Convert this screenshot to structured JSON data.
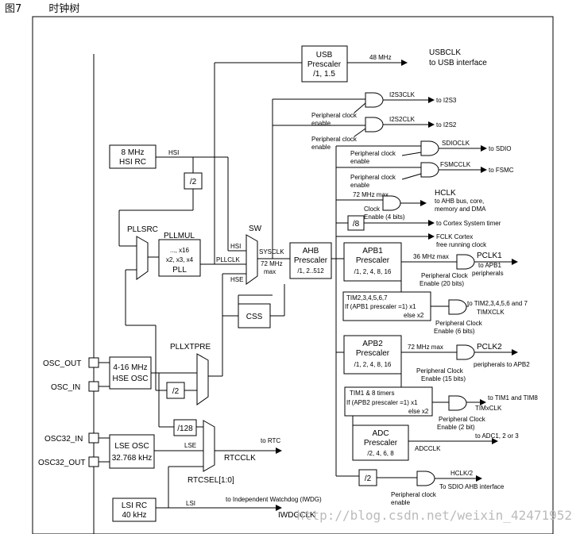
{
  "caption": {
    "figure_no": "图7",
    "title": "时钟树"
  },
  "watermark": "http://blog.csdn.net/weixin_42471952",
  "blocks": {
    "usb_prescaler": [
      "USB",
      "Prescaler",
      "/1, 1.5"
    ],
    "hsi_rc": [
      "8 MHz",
      "HSI RC"
    ],
    "div2_hsi": "/2",
    "pll": [
      "..., x16",
      "x2, x3, x4",
      "PLL"
    ],
    "ahb_prescaler": [
      "AHB",
      "Prescaler",
      "/1, 2..512"
    ],
    "apb1_prescaler": [
      "APB1",
      "Prescaler",
      "/1, 2, 4, 8, 16"
    ],
    "apb2_prescaler": [
      "APB2",
      "Prescaler",
      "/1, 2, 4, 8, 16"
    ],
    "adc_prescaler": [
      "ADC",
      "Prescaler",
      "/2, 4, 6, 8"
    ],
    "div8": "/8",
    "css": "CSS",
    "hse_osc": [
      "4-16 MHz",
      "HSE OSC"
    ],
    "div2_hse": "/2",
    "div128": "/128",
    "lse_osc": [
      "LSE OSC",
      "32.768 kHz"
    ],
    "lsi_rc": [
      "LSI RC",
      "40 kHz"
    ],
    "div2_sdio": "/2"
  },
  "labels": {
    "usb_freq": "48 MHz",
    "usbclk": "USBCLK",
    "usb_dest": "to USB interface",
    "i2s3clk": "I2S3CLK",
    "to_i2s3": "to I2S3",
    "i2s2clk": "I2S2CLK",
    "to_i2s2": "to I2S2",
    "periph_enable_1": [
      "Peripheral clock",
      "enable"
    ],
    "periph_enable_2": [
      "Peripheral clock",
      "enable"
    ],
    "sdioclk": "SDIOCLK",
    "to_sdio": "to SDIO",
    "periph_enable_3": [
      "Peripheral clock",
      "enable"
    ],
    "fsmcclk": "FSMCCLK",
    "to_fsmc": "to FSMC",
    "periph_enable_4": [
      "Peripheral clock",
      "enable"
    ],
    "ahb_max": "72 MHz max",
    "hclk": [
      "HCLK",
      "to AHB bus, core,",
      "memory and DMA"
    ],
    "clock_enable_4": [
      "Clock",
      "Enable (4 bits)"
    ],
    "to_systick": "to Cortex System timer",
    "fclk": [
      "FCLK Cortex",
      "free running clock"
    ],
    "hsi": "HSI",
    "pllsrc": "PLLSRC",
    "pllmul": "PLLMUL",
    "sw": "SW",
    "sw_hsi": "HSI",
    "pllclk": "PLLCLK",
    "sw_hse": "HSE",
    "sysclk": "SYSCLK",
    "sysclk_max": [
      "72 MHz",
      "max"
    ],
    "apb1_max": "36 MHz max",
    "pclk1": [
      "PCLK1",
      "to APB1",
      "peripherals"
    ],
    "periph_enable_20": [
      "Peripheral Clock",
      "Enable (20 bits)"
    ],
    "tim_apb1": [
      "TIM2,3,4,5,6,7",
      "If (APB1 prescaler =1) x1",
      "else  x2"
    ],
    "to_tim2": "to TIM2,3,4,5,6 and 7",
    "timxclk1": "TIMXCLK",
    "periph_enable_6": [
      "Peripheral Clock",
      "Enable (6 bits)"
    ],
    "apb2_max": "72 MHz max",
    "pclk2": [
      "PCLK2",
      "peripherals to APB2"
    ],
    "periph_enable_15": [
      "Peripheral Clock",
      "Enable (15 bits)"
    ],
    "tim_apb2": [
      "TIM1 & 8 timers",
      "If (APB2 prescaler =1) x1",
      "else x2"
    ],
    "to_tim1": "to TIM1 and TIM8",
    "timxclk2": "TIMxCLK",
    "periph_enable_2bit": [
      "Peripheral Clock",
      "Enable (2 bit)"
    ],
    "to_adc": "to ADC1, 2 or 3",
    "adcclk": "ADCCLK",
    "hclk2": "HCLK/2",
    "to_sdio_ahb": "To SDIO AHB interface",
    "periph_enable_5": [
      "Peripheral clock",
      "enable"
    ],
    "osc_out": "OSC_OUT",
    "osc_in": "OSC_IN",
    "pllxtpre": "PLLXTPRE",
    "osc32_in": "OSC32_IN",
    "osc32_out": "OSC32_OUT",
    "lse": "LSE",
    "to_rtc": "to RTC",
    "rtcclk": "RTCCLK",
    "rtcsel": "RTCSEL[1:0]",
    "lsi": "LSI",
    "to_iwdg": "to Independent Watchdog (IWDG)",
    "iwdgclk": "IWDGCLK"
  }
}
